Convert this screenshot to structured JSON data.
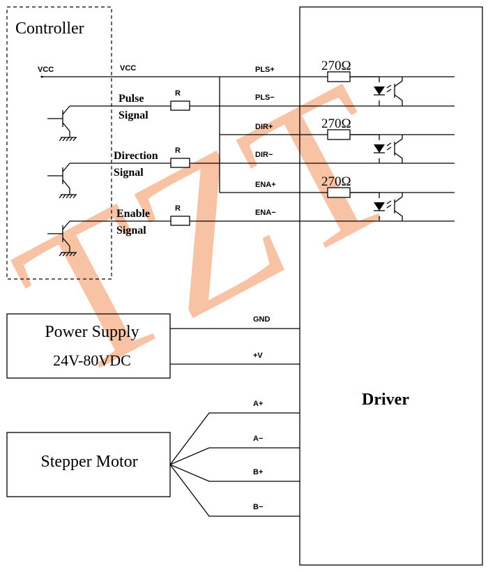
{
  "watermark": {
    "text": "TZT",
    "color": "#f6b48f"
  },
  "controller": {
    "title": "Controller",
    "vcc_left": "VCC",
    "vcc_right": "VCC"
  },
  "signals": [
    {
      "line1": "Pulse",
      "line2": "Signal",
      "r": "R"
    },
    {
      "line1": "Direction",
      "line2": "Signal",
      "r": "R"
    },
    {
      "line1": "Enable",
      "line2": "Signal",
      "r": "R"
    }
  ],
  "driver": {
    "title": "Driver",
    "pins": [
      "PLS+",
      "PLS−",
      "DIR+",
      "DIR−",
      "ENA+",
      "ENA−"
    ],
    "resistors": [
      "270Ω",
      "270Ω",
      "270Ω"
    ]
  },
  "power": {
    "title": "Power Supply",
    "voltage": "24V-80VDC",
    "pins": [
      "GND",
      "+V"
    ]
  },
  "motor": {
    "title": "Stepper Motor",
    "pins": [
      "A+",
      "A−",
      "B+",
      "B−"
    ]
  }
}
